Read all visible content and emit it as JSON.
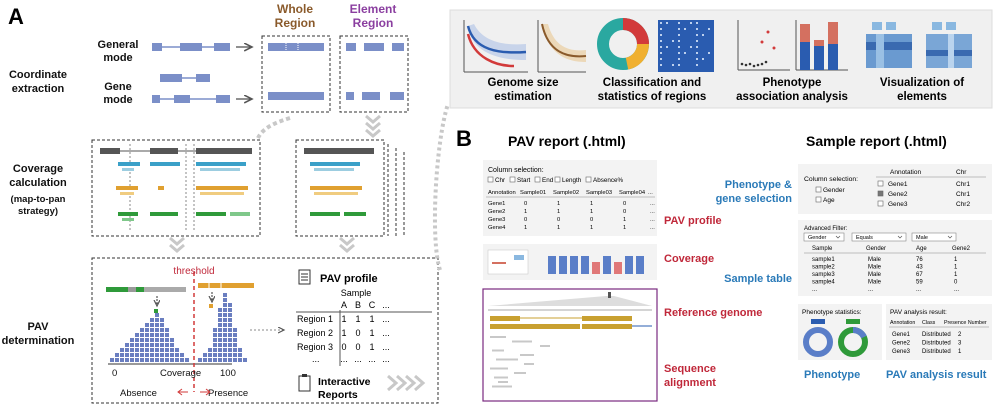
{
  "panel_a": {
    "letter": "A",
    "coord_label": [
      "Coordinate",
      "extraction"
    ],
    "general_mode": [
      "General",
      "mode"
    ],
    "gene_mode": [
      "Gene",
      "mode"
    ],
    "whole_region": [
      "Whole",
      "Region"
    ],
    "element_region": [
      "Element",
      "Region"
    ],
    "coverage_label": [
      "Coverage",
      "calculation",
      "(map-to-pan",
      "strategy)"
    ],
    "pav_label": [
      "PAV",
      "determination"
    ],
    "threshold": "threshold",
    "axis_0": "0",
    "axis_coverage": "Coverage",
    "axis_100": "100",
    "absence": "Absence",
    "presence": "Presence",
    "pav_profile_title": "PAV profile",
    "sample_header": "Sample",
    "sample_cols": [
      "A",
      "B",
      "C",
      "..."
    ],
    "region_rows": [
      {
        "name": "Region 1",
        "vals": [
          "1",
          "1",
          "1",
          "..."
        ]
      },
      {
        "name": "Region 2",
        "vals": [
          "1",
          "0",
          "1",
          "..."
        ]
      },
      {
        "name": "Region 3",
        "vals": [
          "0",
          "0",
          "1",
          "..."
        ]
      },
      {
        "name": "...",
        "vals": [
          "...",
          "...",
          "...",
          "..."
        ]
      }
    ],
    "interactive_reports": [
      "Interactive",
      "Reports"
    ]
  },
  "top_panel": {
    "items": [
      [
        "Genome size",
        "estimation"
      ],
      [
        "Classification and",
        "statistics of regions"
      ],
      [
        "Phenotype",
        "association analysis"
      ],
      [
        "Visualization of",
        "elements"
      ]
    ]
  },
  "panel_b": {
    "letter": "B",
    "pav_report_title": "PAV report (.html)",
    "sample_report_title": "Sample report (.html)",
    "column_selection": "Column selection:",
    "checkboxes": [
      "Chr",
      "Start",
      "End",
      "Length",
      "Absence%"
    ],
    "pav_table_headers": [
      "Annotation",
      "Sample01",
      "Sample02",
      "Sample03",
      "Sample04",
      "..."
    ],
    "pav_table_rows": [
      [
        "Gene1",
        "0",
        "1",
        "1",
        "0",
        "..."
      ],
      [
        "Gene2",
        "1",
        "1",
        "1",
        "0",
        "..."
      ],
      [
        "Gene3",
        "0",
        "0",
        "0",
        "1",
        "..."
      ],
      [
        "Gene4",
        "1",
        "1",
        "1",
        "1",
        "..."
      ]
    ],
    "label_pav_profile": "PAV profile",
    "label_coverage": "Coverage",
    "label_reference_genome": "Reference genome",
    "label_sequence_alignment": [
      "Sequence",
      "alignment"
    ],
    "label_phenotype_gene": [
      "Phenotype &",
      "gene selection"
    ],
    "label_sample_table": "Sample table",
    "label_phenotype": "Phenotype",
    "label_pav_analysis": "PAV analysis result",
    "sample_col_selection": "Column selection:",
    "sample_checks": [
      "Gender",
      "Age"
    ],
    "anno_headers": [
      "Annotation",
      "Chr"
    ],
    "anno_rows": [
      [
        "Gene1",
        "Chr1"
      ],
      [
        "Gene2",
        "Chr1"
      ],
      [
        "Gene3",
        "Chr2"
      ]
    ],
    "advanced_filter": "Advanced Filter:",
    "filter_selects": [
      "Gender",
      "Equals",
      "Male"
    ],
    "sample_table_headers": [
      "Sample",
      "Gender",
      "Age",
      "Gene2"
    ],
    "sample_table_rows": [
      [
        "sample1",
        "Male",
        "76",
        "1"
      ],
      [
        "sample2",
        "Male",
        "43",
        "1"
      ],
      [
        "sample3",
        "Male",
        "67",
        "1"
      ],
      [
        "sample4",
        "Male",
        "59",
        "0"
      ],
      [
        "...",
        "...",
        "...",
        "..."
      ]
    ],
    "phenotype_statistics": "Phenotype statistics:",
    "pav_analysis_box_title": "PAV analysis result:",
    "pav_analysis_headers": [
      "Annotation",
      "Class",
      "Presence Number"
    ],
    "pav_analysis_rows": [
      [
        "Gene1",
        "Distributed",
        "2"
      ],
      [
        "Gene2",
        "Distributed",
        "3"
      ],
      [
        "Gene3",
        "Distributed",
        "1"
      ]
    ]
  },
  "colors": {
    "gene_blue": "#7b8fc8",
    "brown": "#8a5a2b",
    "purple": "#8b3fa0",
    "red_label": "#c0283a",
    "blue_label": "#2a7ab8",
    "orange": "#e0a030",
    "green": "#2f9a3a",
    "teal": "#3aa0c8"
  }
}
